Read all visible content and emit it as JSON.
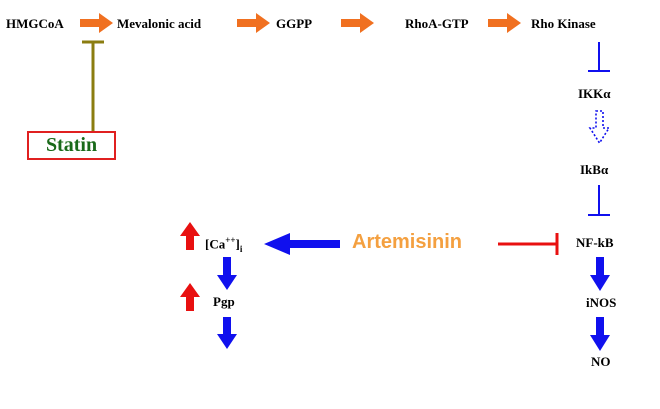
{
  "pathway": {
    "hmgcoa": "HMGCoA",
    "mevalonic": "Mevalonic acid",
    "ggpp": "GGPP",
    "rhoa": "RhoA-GTP",
    "rho_kinase": "Rho Kinase",
    "ikk": "IKKα",
    "ikb": "IkBα",
    "nfkb": "NF-kB",
    "inos": "iNOS",
    "no": "NO"
  },
  "drugs": {
    "statin": "Statin",
    "artemisinin": "Artemisinin"
  },
  "effects": {
    "ca_base": "[Ca",
    "ca_sup": "++",
    "ca_close": "]",
    "ca_sub": "i",
    "pgp": "Pgp"
  },
  "colors": {
    "orange_arrow": "#f07020",
    "blue_arrow": "#1010ee",
    "red": "#e81010",
    "olive": "#8b7d10",
    "statin_green": "#1a6a1a",
    "artemisinin_orange": "#f4a040"
  }
}
